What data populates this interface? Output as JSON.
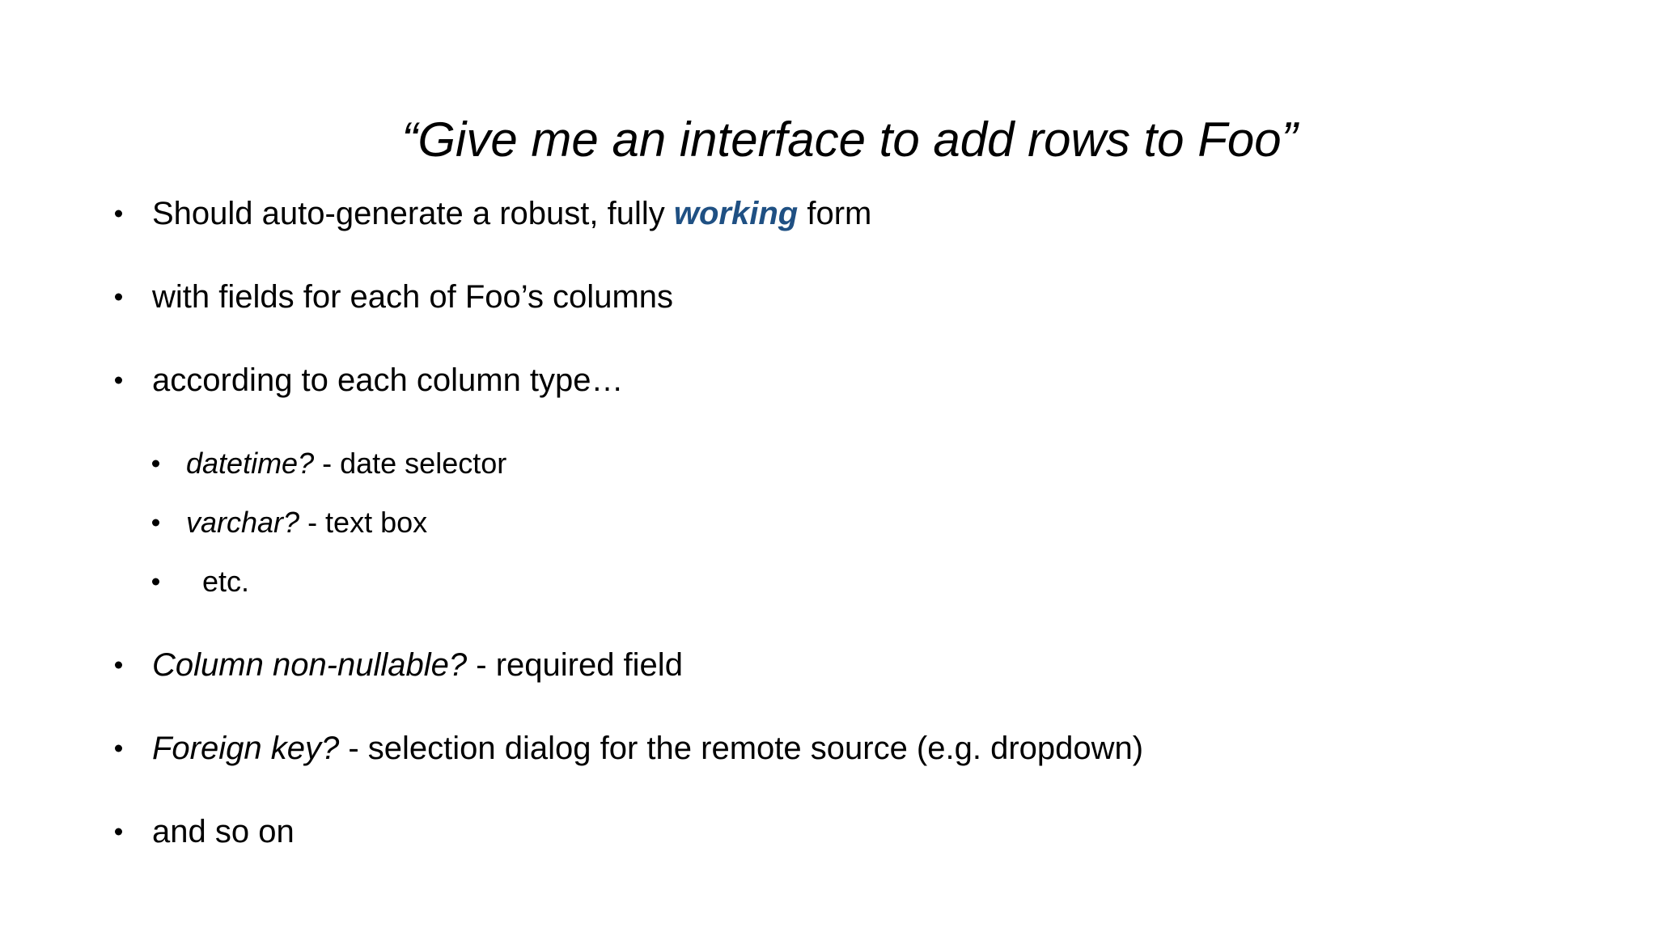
{
  "slide": {
    "title": "“Give me an interface to add rows to Foo”",
    "accent_color": "#1f5083",
    "text_color": "#000000",
    "background_color": "#ffffff",
    "bullets": [
      {
        "level": 1,
        "bullet_glyph": "•",
        "runs": [
          {
            "text": "Should auto-generate a robust, fully ",
            "style": "normal"
          },
          {
            "text": "working",
            "style": "bold-italic-accent"
          },
          {
            "text": " form",
            "style": "normal"
          }
        ],
        "plain": "Should auto-generate a robust, fully working form"
      },
      {
        "level": 1,
        "bullet_glyph": "•",
        "runs": [
          {
            "text": "with fields for each of Foo’s columns",
            "style": "normal"
          }
        ],
        "plain": "with fields for each of Foo’s columns"
      },
      {
        "level": 1,
        "bullet_glyph": "•",
        "runs": [
          {
            "text": "according to each column type…",
            "style": "normal"
          }
        ],
        "plain": "according to each column type…"
      },
      {
        "level": 2,
        "bullet_glyph": "•",
        "runs": [
          {
            "text": "datetime?",
            "style": "italic"
          },
          {
            "text": " - date selector",
            "style": "normal"
          }
        ],
        "plain": "datetime? - date selector"
      },
      {
        "level": 2,
        "bullet_glyph": "•",
        "runs": [
          {
            "text": "varchar?",
            "style": "italic"
          },
          {
            "text": " - text box",
            "style": "normal"
          }
        ],
        "plain": "varchar? - text box"
      },
      {
        "level": 2,
        "bullet_glyph": "•",
        "runs": [
          {
            "text": "  etc.",
            "style": "normal-leading-space"
          }
        ],
        "plain": "  etc."
      },
      {
        "level": 1,
        "bullet_glyph": "•",
        "runs": [
          {
            "text": "Column non-nullable?",
            "style": "italic"
          },
          {
            "text": " - required field",
            "style": "normal"
          }
        ],
        "plain": "Column non-nullable? - required field"
      },
      {
        "level": 1,
        "bullet_glyph": "•",
        "runs": [
          {
            "text": "Foreign key?",
            "style": "italic"
          },
          {
            "text": " - selection dialog for the remote source (e.g. dropdown)",
            "style": "normal"
          }
        ],
        "plain": "Foreign key? - selection dialog for the remote source (e.g. dropdown)"
      },
      {
        "level": 1,
        "bullet_glyph": "•",
        "runs": [
          {
            "text": "and so on",
            "style": "normal"
          }
        ],
        "plain": "and so on"
      }
    ]
  }
}
